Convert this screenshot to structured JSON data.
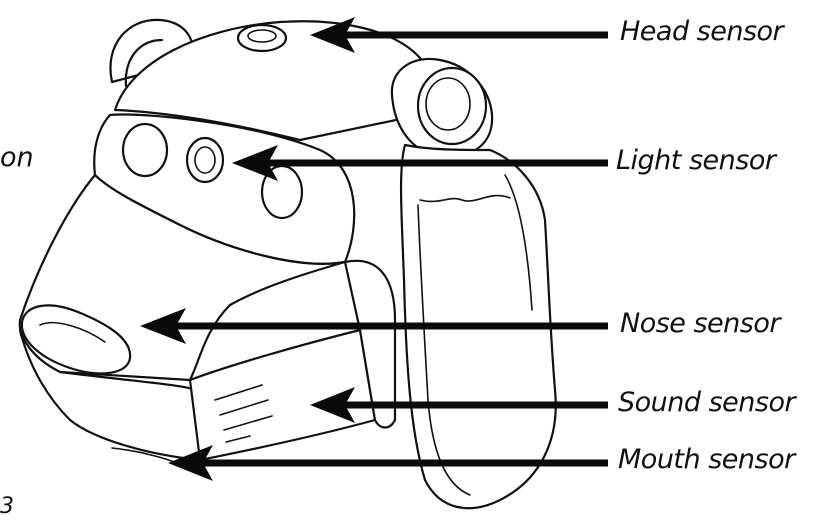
{
  "labels": {
    "head": "Head sensor",
    "light": "Light sensor",
    "nose": "Nose sensor",
    "sound": "Sound sensor",
    "mouth": "Mouth sensor"
  },
  "fragments": {
    "left_cut": "on",
    "bottom_cut": "3"
  }
}
